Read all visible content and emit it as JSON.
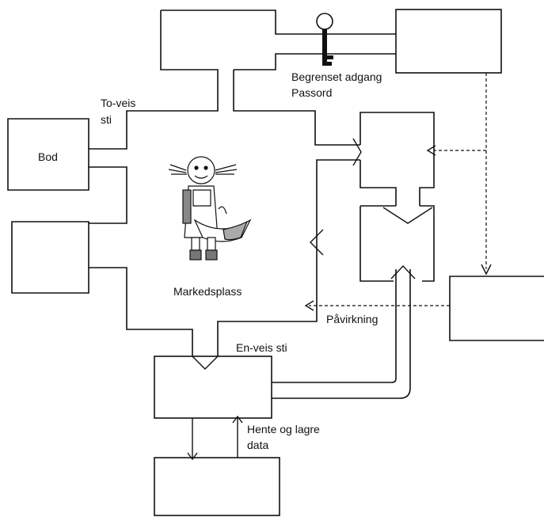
{
  "labels": {
    "restricted_line1": "Begrenset adgang",
    "restricted_line2": "Passord",
    "two_way_line1": "To-veis",
    "two_way_line2": "sti",
    "stall": "Bod",
    "marketplace": "Markedsplass",
    "influence": "Påvirkning",
    "one_way": "En-veis sti",
    "fetch_line1": "Hente og lagre",
    "fetch_line2": "data"
  },
  "icons": [
    "key-icon",
    "market-woman-figure"
  ],
  "colors": {
    "line": "#111111",
    "background": "#ffffff"
  }
}
